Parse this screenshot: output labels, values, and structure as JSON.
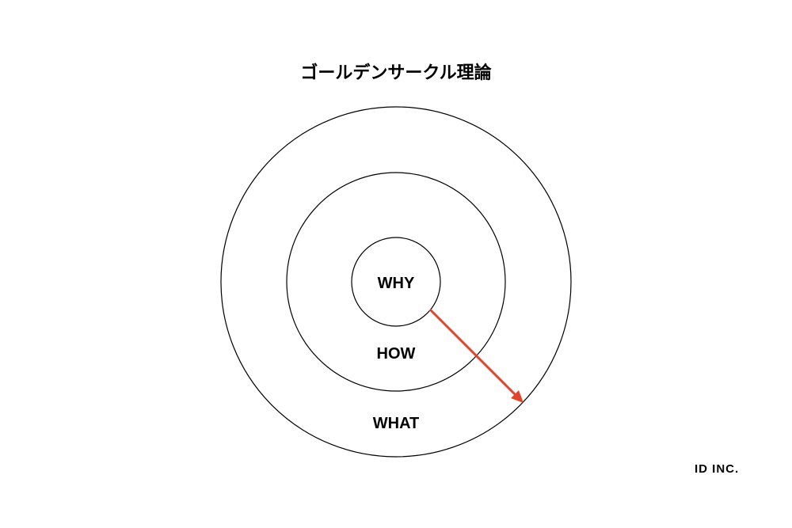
{
  "title": "ゴールデンサークル理論",
  "circles": {
    "inner": "WHY",
    "middle": "HOW",
    "outer": "WHAT"
  },
  "arrow_color": "#e0442b",
  "brand": "ID INC."
}
